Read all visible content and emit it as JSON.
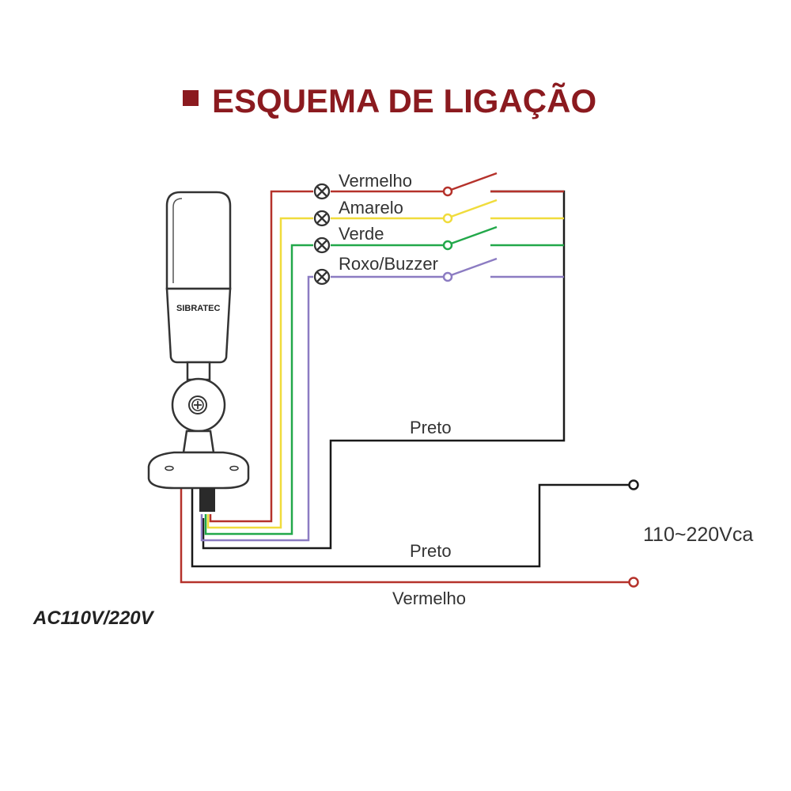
{
  "title": "ESQUEMA DE LIGAÇÃO",
  "brand": "SIBRATEC",
  "voltage_model": "AC110V/220V",
  "supply_label": "110~220Vca",
  "colors": {
    "title": "#8b1a1f",
    "red": "#b5322b",
    "yellow": "#f0dc3c",
    "green": "#22a84a",
    "purple": "#8c7cc2",
    "black": "#1a1a1a"
  },
  "wires": {
    "red": "Vermelho",
    "yellow": "Amarelo",
    "green": "Verde",
    "purple": "Roxo/Buzzer",
    "common": "Preto",
    "neutral": "Preto",
    "line": "Vermelho"
  },
  "icons": {
    "lamp": "lamp-x-icon",
    "switch": "switch-icon",
    "terminal": "terminal-icon",
    "screw": "screw-icon"
  }
}
